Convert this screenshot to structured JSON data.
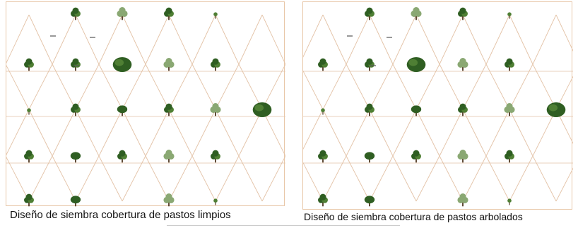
{
  "panels": [
    {
      "id": "left",
      "caption": "Diseño de siembra cobertura de pastos limpios",
      "border_color": "#e8c7a8",
      "line_color": "#e3c2a6",
      "tree_colors": {
        "dark": "#2f5e22",
        "mid": "#4f7f34",
        "light": "#8aa873",
        "trunk": "#5a4630"
      },
      "small_marks": [
        {
          "label": ""
        },
        {
          "label": ""
        },
        {
          "label": ""
        }
      ]
    },
    {
      "id": "right",
      "caption": "Diseño de siembra cobertura de pastos arbolados",
      "border_color": "#e8c7a8",
      "line_color": "#e3c2a6",
      "tree_colors": {
        "dark": "#2f5e22",
        "mid": "#4f7f34",
        "light": "#8aa873",
        "trunk": "#5a4630"
      },
      "small_marks": [
        {
          "label": ""
        },
        {
          "label": ""
        },
        {
          "label": ""
        }
      ]
    }
  ]
}
